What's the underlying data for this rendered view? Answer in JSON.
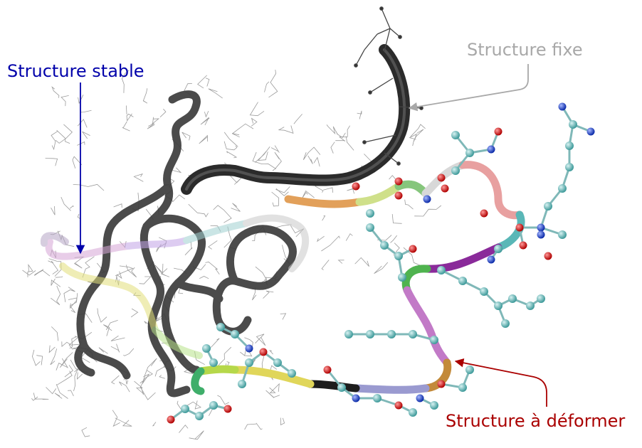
{
  "labels": {
    "stable": {
      "text": "Structure stable",
      "color": "#0000aa"
    },
    "fixe": {
      "text": "Structure fixe",
      "color": "#a8a8a8"
    },
    "deform": {
      "text": "Structure à déformer",
      "color": "#aa0000"
    }
  },
  "colors": {
    "stable_tube": "#3c3c3c",
    "fixed_tube": "#2b2b2b",
    "wireframe": "#8a8a8a",
    "atom_carbon": "#5fb7b7",
    "atom_oxygen": "#d01818",
    "atom_nitrogen": "#1a3fd0",
    "atom_hydrogen": "#ffffff"
  }
}
